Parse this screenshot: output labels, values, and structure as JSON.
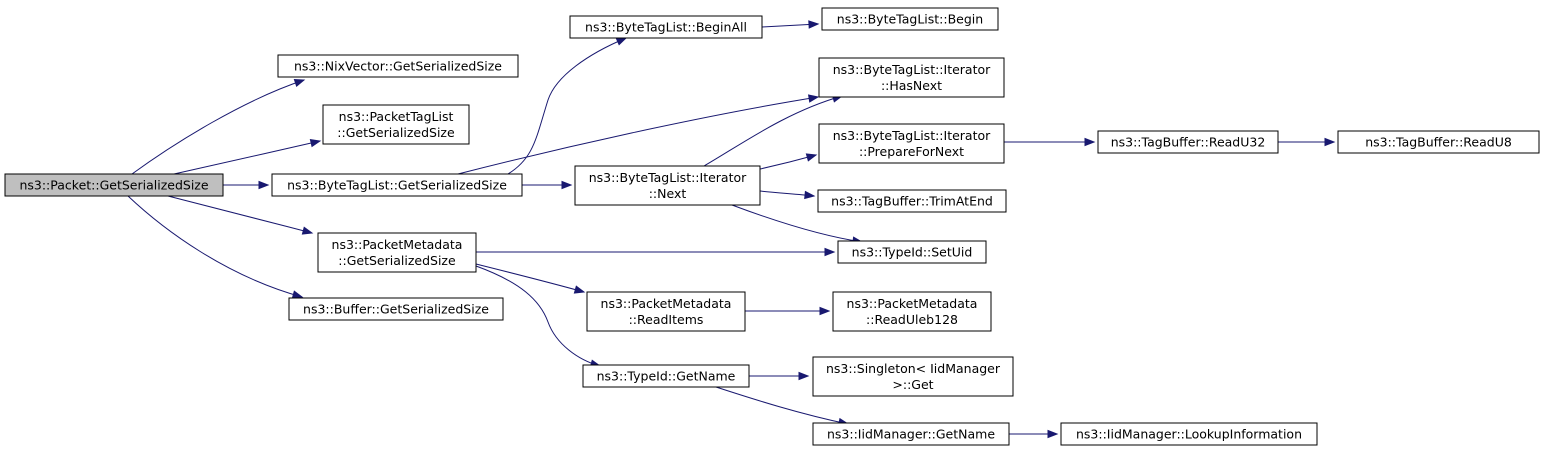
{
  "diagram": {
    "colors": {
      "edge": "#191970",
      "root_fill": "#bfbfbf",
      "node_fill": "#ffffff",
      "border": "#000000"
    },
    "nodes": [
      {
        "id": "packet_gss",
        "lines": [
          "ns3::Packet::GetSerializedSize"
        ],
        "root": true
      },
      {
        "id": "nix_gss",
        "lines": [
          "ns3::NixVector::GetSerializedSize"
        ]
      },
      {
        "id": "ptl_gss",
        "lines": [
          "ns3::PacketTagList",
          "::GetSerializedSize"
        ]
      },
      {
        "id": "btl_gss",
        "lines": [
          "ns3::ByteTagList::GetSerializedSize"
        ]
      },
      {
        "id": "pm_gss",
        "lines": [
          "ns3::PacketMetadata",
          "::GetSerializedSize"
        ]
      },
      {
        "id": "buf_gss",
        "lines": [
          "ns3::Buffer::GetSerializedSize"
        ]
      },
      {
        "id": "btl_beginall",
        "lines": [
          "ns3::ByteTagList::BeginAll"
        ]
      },
      {
        "id": "btl_begin",
        "lines": [
          "ns3::ByteTagList::Begin"
        ]
      },
      {
        "id": "it_hasnext",
        "lines": [
          "ns3::ByteTagList::Iterator",
          "::HasNext"
        ]
      },
      {
        "id": "it_next",
        "lines": [
          "ns3::ByteTagList::Iterator",
          "::Next"
        ]
      },
      {
        "id": "it_prep",
        "lines": [
          "ns3::ByteTagList::Iterator",
          "::PrepareForNext"
        ]
      },
      {
        "id": "tb_readu32",
        "lines": [
          "ns3::TagBuffer::ReadU32"
        ]
      },
      {
        "id": "tb_readu8",
        "lines": [
          "ns3::TagBuffer::ReadU8"
        ]
      },
      {
        "id": "tb_trim",
        "lines": [
          "ns3::TagBuffer::TrimAtEnd"
        ]
      },
      {
        "id": "tid_setuid",
        "lines": [
          "ns3::TypeId::SetUid"
        ]
      },
      {
        "id": "pm_readitems",
        "lines": [
          "ns3::PacketMetadata",
          "::ReadItems"
        ]
      },
      {
        "id": "pm_readuleb",
        "lines": [
          "ns3::PacketMetadata",
          "::ReadUleb128"
        ]
      },
      {
        "id": "tid_getname",
        "lines": [
          "ns3::TypeId::GetName"
        ]
      },
      {
        "id": "singleton_get",
        "lines": [
          "ns3::Singleton< IidManager",
          " >::Get"
        ]
      },
      {
        "id": "iid_getname",
        "lines": [
          "ns3::IidManager::GetName"
        ]
      },
      {
        "id": "iid_lookup",
        "lines": [
          "ns3::IidManager::LookupInformation"
        ]
      }
    ],
    "edges": [
      {
        "from": "packet_gss",
        "to": "nix_gss"
      },
      {
        "from": "packet_gss",
        "to": "ptl_gss"
      },
      {
        "from": "packet_gss",
        "to": "btl_gss"
      },
      {
        "from": "packet_gss",
        "to": "pm_gss"
      },
      {
        "from": "packet_gss",
        "to": "buf_gss"
      },
      {
        "from": "btl_gss",
        "to": "btl_beginall"
      },
      {
        "from": "btl_gss",
        "to": "it_hasnext"
      },
      {
        "from": "btl_gss",
        "to": "it_next"
      },
      {
        "from": "btl_beginall",
        "to": "btl_begin"
      },
      {
        "from": "it_next",
        "to": "it_hasnext"
      },
      {
        "from": "it_next",
        "to": "it_prep"
      },
      {
        "from": "it_next",
        "to": "tb_trim"
      },
      {
        "from": "it_next",
        "to": "tid_setuid"
      },
      {
        "from": "it_prep",
        "to": "tb_readu32"
      },
      {
        "from": "tb_readu32",
        "to": "tb_readu8"
      },
      {
        "from": "pm_gss",
        "to": "tid_setuid"
      },
      {
        "from": "pm_gss",
        "to": "pm_readitems"
      },
      {
        "from": "pm_gss",
        "to": "tid_getname"
      },
      {
        "from": "pm_readitems",
        "to": "pm_readuleb"
      },
      {
        "from": "tid_getname",
        "to": "singleton_get"
      },
      {
        "from": "tid_getname",
        "to": "iid_getname"
      },
      {
        "from": "iid_getname",
        "to": "iid_lookup"
      }
    ]
  }
}
